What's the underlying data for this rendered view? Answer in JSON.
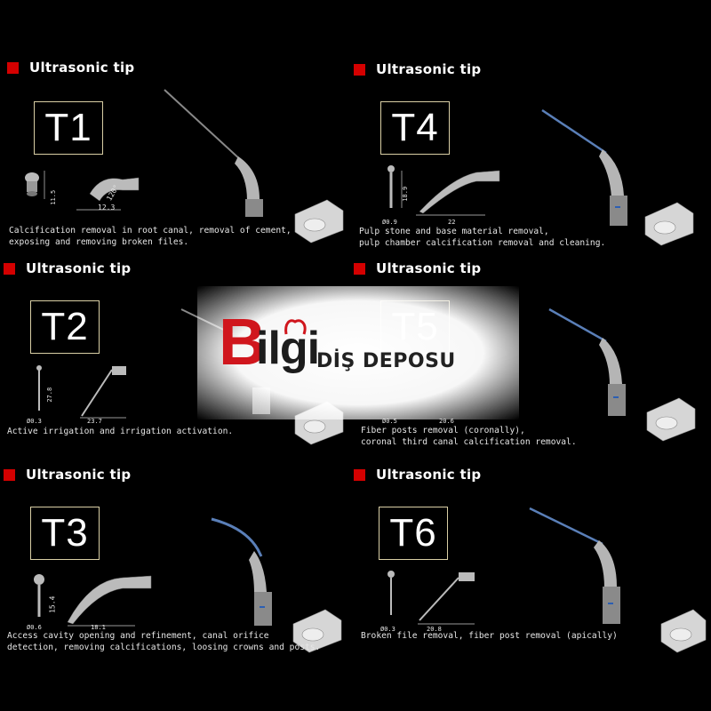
{
  "panels": [
    {
      "heading": "Ultrasonic tip",
      "code": "T1",
      "dims": [
        "11.5",
        "12.3",
        "120°"
      ],
      "description": [
        "Calcification removal in root canal, removal of cement,",
        "exposing and removing broken files."
      ]
    },
    {
      "heading": "Ultrasonic tip",
      "code": "T4",
      "dims": [
        "Ø0.9",
        "18.9",
        "22"
      ],
      "description": [
        "Pulp stone and base material removal,",
        "pulp chamber calcification removal and cleaning."
      ]
    },
    {
      "heading": "Ultrasonic tip",
      "code": "T2",
      "dims": [
        "Ø0.3",
        "27.8",
        "23.7"
      ],
      "description": [
        "Active irrigation and irrigation activation."
      ]
    },
    {
      "heading": "Ultrasonic tip",
      "code": "T5",
      "dims": [
        "Ø0.5",
        "20.6"
      ],
      "description": [
        "Fiber posts removal (coronally),",
        "coronal third canal calcification removal."
      ]
    },
    {
      "heading": "Ultrasonic tip",
      "code": "T3",
      "dims": [
        "Ø0.6",
        "15.4",
        "18.1"
      ],
      "description": [
        "Access cavity opening and refinement, canal orifice",
        "detection, removing calcifications, loosing crowns and posts."
      ]
    },
    {
      "heading": "Ultrasonic tip",
      "code": "T6",
      "dims": [
        "Ø0.3",
        "20.8"
      ],
      "description": [
        "Broken file removal, fiber post removal (apically)"
      ]
    }
  ],
  "watermark": {
    "brand_letter": "B",
    "brand_rest": "ilgi",
    "subtitle": "DİŞ DEPOSU",
    "brand_color": "#d0161d"
  },
  "colors": {
    "accent": "#d40000",
    "box_border": "#d9cfa5",
    "background": "#000000"
  }
}
